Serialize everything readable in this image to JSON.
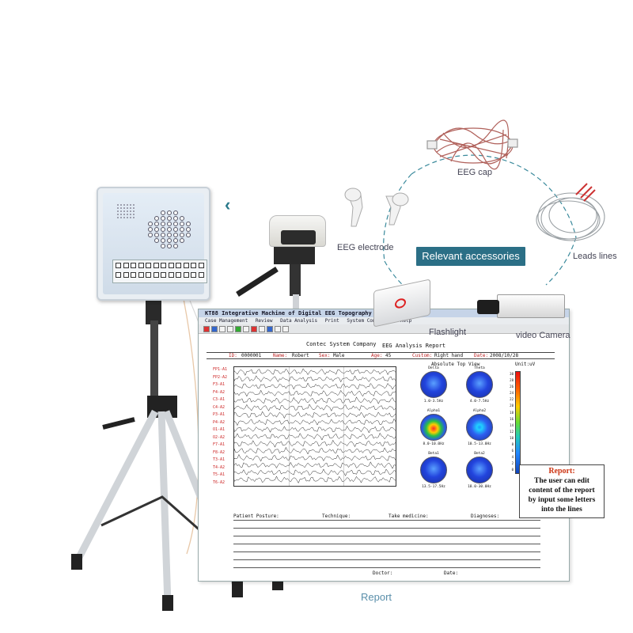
{
  "accessories": {
    "cap": "EEG cap",
    "electrode": "EEG electrode",
    "leads": "Leads lines",
    "flashlight": "Flashlight",
    "video": "video Camera",
    "heading": "Relevant accessories"
  },
  "software": {
    "title": "KT88 Integrative Machine of Digital EEG Topography - [Eeg]",
    "menu": [
      "Case Management",
      "Review",
      "Data Analysis",
      "Print",
      "System Configure",
      "Help"
    ],
    "company": "Contec System Company",
    "report_title": "EEG Analysis Report",
    "info": {
      "id_label": "ID:",
      "id_value": "0000001",
      "name_label": "Name:",
      "name_value": "Robert",
      "sex_label": "Sex:",
      "sex_value": "Male",
      "age_label": "Age:",
      "age_value": "45",
      "custom_label": "Custom:",
      "custom_value": "Right hand",
      "date_label": "Date:",
      "date_value": "2008/10/28"
    },
    "channels": [
      "FP1-A1",
      "FP2-A2",
      "F3-A1",
      "F4-A2",
      "C3-A1",
      "C4-A2",
      "P3-A1",
      "P4-A2",
      "O1-A1",
      "O2-A2",
      "F7-A1",
      "F8-A2",
      "T3-A1",
      "T4-A2",
      "T5-A1",
      "T6-A2"
    ],
    "topo_title": "Absolute Top View",
    "unit_label": "Unit:uV",
    "topo_labels": [
      "Delta",
      "Theta",
      "Alpha1",
      "Alpha2",
      "Beta1",
      "Beta2"
    ],
    "topo_ranges": [
      "1.0-3.5Hz",
      "4.0-7.5Hz",
      "8.0-10.0Hz",
      "10.5-13.0Hz",
      "13.5-17.5Hz",
      "18.0-30.0Hz"
    ],
    "colorbar_ticks": [
      "30",
      "28",
      "26",
      "24",
      "22",
      "20",
      "18",
      "16",
      "14",
      "12",
      "10",
      "8",
      "6",
      "4",
      "2",
      "0"
    ],
    "fields": {
      "posture": "Patient Posture:",
      "technique": "Technique:",
      "medicine": "Take medicine:",
      "diagnose": "Diagnoses:"
    },
    "doctor": "Doctor:",
    "date": "Date:"
  },
  "callout": {
    "title": "Report:",
    "line1": "The user can edit",
    "line2": "content of the report",
    "line3": "by input some letters",
    "line4": "into the lines"
  },
  "caption": "Report",
  "colors": {
    "ring": "#3b8a9c",
    "heading_bg": "#2b6f86",
    "channel_label": "#cc2222",
    "callout_title": "#cc3311"
  }
}
